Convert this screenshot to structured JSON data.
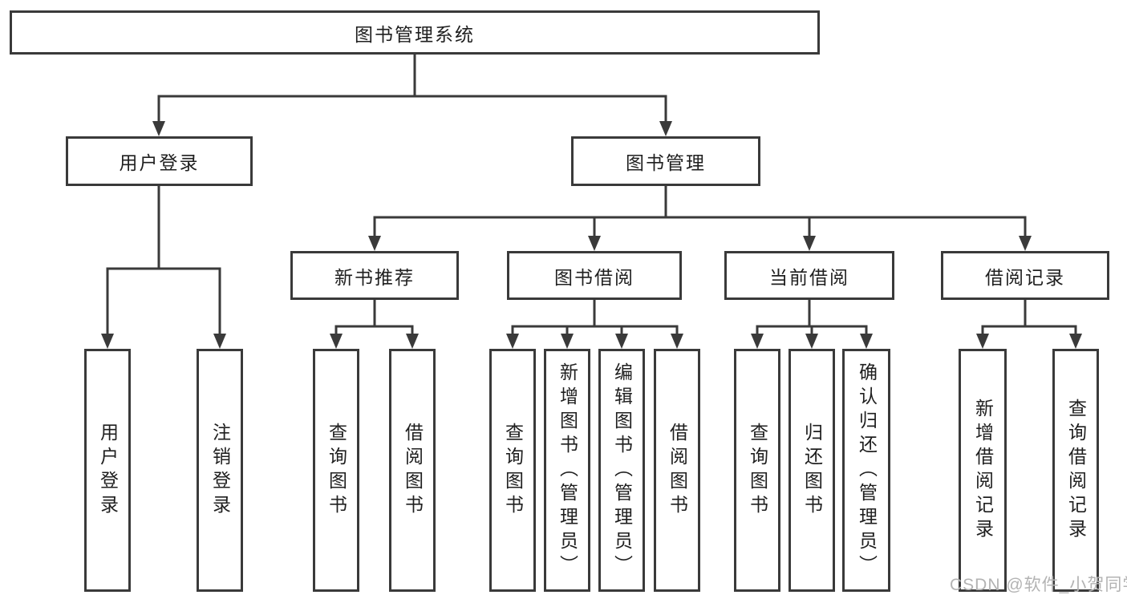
{
  "root": {
    "label": "图书管理系统"
  },
  "level2": [
    {
      "label": "用户登录"
    },
    {
      "label": "图书管理"
    }
  ],
  "level3": [
    {
      "label": "新书推荐"
    },
    {
      "label": "图书借阅"
    },
    {
      "label": "当前借阅"
    },
    {
      "label": "借阅记录"
    }
  ],
  "leaves": {
    "user_login": [
      {
        "label": "用户登录"
      },
      {
        "label": "注销登录"
      }
    ],
    "new_book": [
      {
        "label": "查询图书"
      },
      {
        "label": "借阅图书"
      }
    ],
    "book_borrow": [
      {
        "label": "查询图书"
      },
      {
        "label": "新增图书（管理员）"
      },
      {
        "label": "编辑图书（管理员）"
      },
      {
        "label": "借阅图书"
      }
    ],
    "current_borrow": [
      {
        "label": "查询图书"
      },
      {
        "label": "归还图书"
      },
      {
        "label": "确认归还（管理员）"
      }
    ],
    "borrow_record": [
      {
        "label": "新增借阅记录"
      },
      {
        "label": "查询借阅记录"
      }
    ]
  },
  "watermark": {
    "text": "CSDN @软件_小贺同学"
  },
  "colors": {
    "line": "#3a3a3a",
    "border": "#3a3a3a",
    "text": "#1f1f1f",
    "watermark": "#b3b3b3",
    "background": "#ffffff"
  }
}
